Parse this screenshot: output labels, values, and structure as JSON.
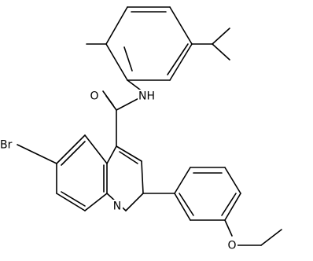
{
  "molecule": {
    "atom_labels": {
      "br": "Br",
      "n_ring": "N",
      "nh": "NH",
      "o_carbonyl": "O",
      "o_ether": "O"
    },
    "colors": {
      "bond": "#000000",
      "label": "#000000",
      "background": "#ffffff"
    }
  }
}
